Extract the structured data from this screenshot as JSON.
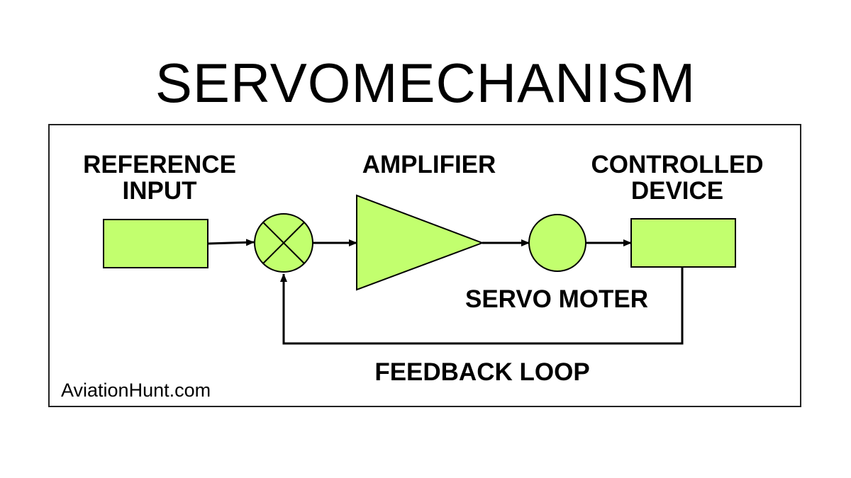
{
  "title": "SERVOMECHANISM",
  "colors": {
    "block_fill": "#c2ff6e",
    "stroke": "#000000",
    "background": "#ffffff"
  },
  "blocks": {
    "reference_input": {
      "label_line1": "REFERENCE",
      "label_line2": "INPUT"
    },
    "summing_junction": {
      "icon": "summing-junction-cross"
    },
    "amplifier": {
      "label": "AMPLIFIER",
      "icon": "triangle-amplifier"
    },
    "servo_motor": {
      "label": "SERVO MOTER",
      "icon": "circle-motor"
    },
    "controlled_device": {
      "label_line1": "CONTROLLED",
      "label_line2": "DEVICE"
    }
  },
  "feedback": {
    "label": "FEEDBACK LOOP"
  },
  "watermark": "AviationHunt.com"
}
